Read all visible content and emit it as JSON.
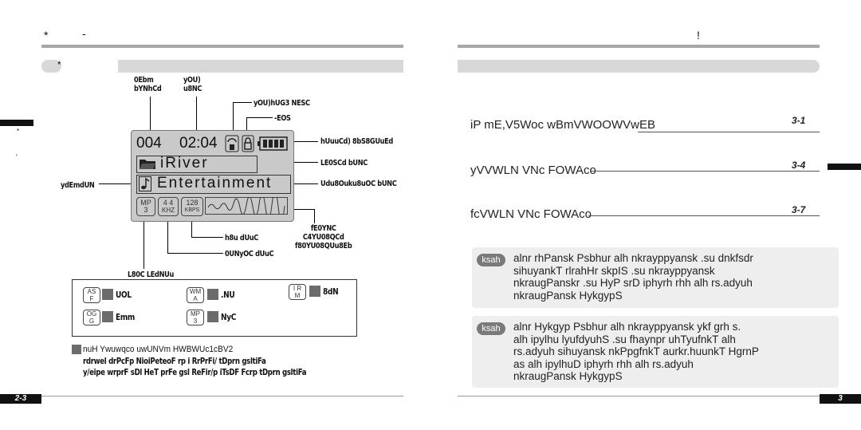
{
  "left_page": {
    "header_star": "*",
    "header_dash": "-",
    "section_star": "*",
    "side_star": "*",
    "side_mark": "'",
    "callouts": {
      "track_number": "0Ebm\nbYNhCd",
      "play_time": "yOU)\nu8NC",
      "repeat_mode": "yOU)hUG3 NESC",
      "hold": "-EOS",
      "battery": "hUuuCd) 8bS8GUuEd",
      "folder_mode": "LE0SCd bUNC",
      "title_mode": "Udu8Ouku8uOC bUNC",
      "eq_display": "ydEmdUN",
      "sampling": "fE0YNC\nC4YU08QCd\nf80YU08QUu8Eb",
      "bitrate": "h8u dUuC",
      "sample_rate": "0UNyOC dUuC",
      "file_format": "L80C LEdNUu"
    },
    "lcd": {
      "track": "004",
      "time": "02:04",
      "folder": "iRiver",
      "title": "Entertainment",
      "mp3_top": "MP",
      "mp3_bottom": "3",
      "khz_top": "4 4",
      "khz_bottom": "KHZ",
      "kbps_top": "128",
      "kbps_bottom": "KBPS"
    },
    "formats": [
      {
        "icon_top": "AS",
        "icon_bottom": "F",
        "label": "UOL"
      },
      {
        "icon_top": "WM",
        "icon_bottom": "A",
        "label": ".NU"
      },
      {
        "icon_top": "I R",
        "icon_bottom": "M",
        "label": "8dN"
      },
      {
        "icon_top": "OG",
        "icon_bottom": "G",
        "label": "Emm"
      },
      {
        "icon_top": "MP",
        "icon_bottom": "3",
        "label": "NyC"
      }
    ],
    "footnote_1": "nuH Ywuwqco uwUNVm HWBWUc1cBV2",
    "footnote_2": "rdrwel drPcFp NioiPeteoF rp i RrPrFi/ tDprn gsltiFa",
    "footnote_3": "y/eipe wrprF sDl HeT prFe gsl ReFir/p iTsDF Fcrp tDprn gsltiFa",
    "page_number": "2-3"
  },
  "right_page": {
    "header_mark": "!",
    "toc": [
      {
        "title": "iP mE,V5Woc wBmVWOOWVwEB",
        "page": "3-1"
      },
      {
        "title": "yVVWLN VNc FOWAco",
        "page": "3-4"
      },
      {
        "title": "fcVWLN VNc FOWAco",
        "page": "3-7"
      }
    ],
    "notes": [
      {
        "badge": "ksah",
        "text": "alnr rhPansk Psbhur alh nkrayppyansk .su dnkfsdr\nsihuyankT rlrahHr skpIS .su nkrayppyansk\nnkraugPanskr .su HyP srD iphyrh rhh alh rs.adyuh\nnkraugPansk HykgypS"
      },
      {
        "badge": "ksah",
        "text": "alnr Hykgyp Psbhur alh nkrayppyansk ykf grh s.\nalh ipylhu lyufdyuhS .su fhaynpr uhTyufnkT alh\nrs.adyuh sihuyansk nkPpgfnkT aurkr.huunkT HgrnP\nas alh ipylhuD iphyrh rhh alh rs.adyuh\nnkraugPansk HykgypS"
      }
    ],
    "page_number": "3"
  },
  "colors": {
    "rule": "#a7a7a7",
    "bar": "#d8d8d8",
    "badge": "#7a7a7a",
    "note_bg": "#eeeeee"
  }
}
